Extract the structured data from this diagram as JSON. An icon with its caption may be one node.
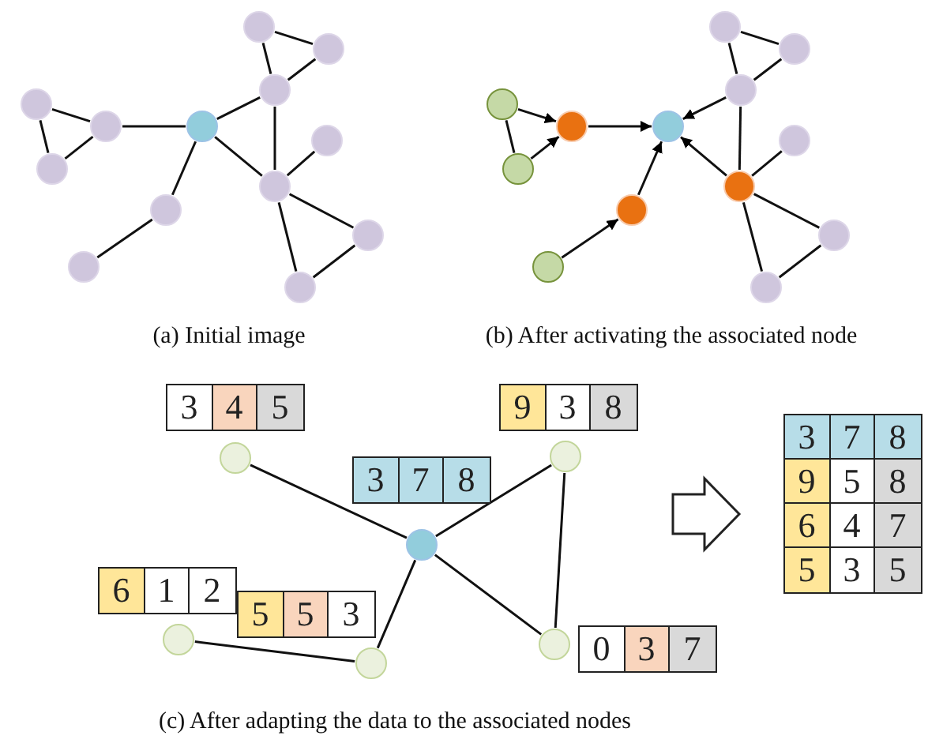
{
  "diagram": {
    "nodes": [
      {
        "text": [],
        "shape": "circle"
      },
      {
        "text": [],
        "shape": "circle"
      },
      {
        "text": [],
        "shape": "circle"
      },
      {
        "text": [],
        "shape": "circle"
      },
      {
        "text": [],
        "shape": "circle"
      },
      {
        "text": [],
        "shape": "circle"
      },
      {
        "text": [],
        "shape": "circle"
      },
      {
        "text": [],
        "shape": "circle"
      },
      {
        "text": [],
        "shape": "circle"
      },
      {
        "text": [],
        "shape": "circle"
      },
      {
        "text": [],
        "shape": "circle"
      },
      {
        "text": [],
        "shape": "circle"
      },
      {
        "text": [],
        "shape": "circle"
      },
      {
        "text": [],
        "shape": "circle"
      },
      {
        "text": [],
        "shape": "circle"
      },
      {
        "text": [],
        "shape": "circle"
      },
      {
        "text": [],
        "shape": "circle"
      },
      {
        "text": [],
        "shape": "circle"
      },
      {
        "text": [],
        "shape": "circle"
      },
      {
        "text": [],
        "shape": "circle"
      },
      {
        "text": [],
        "shape": "circle"
      },
      {
        "text": [],
        "shape": "circle"
      },
      {
        "text": [],
        "shape": "circle"
      },
      {
        "text": [],
        "shape": "circle"
      },
      {
        "text": [],
        "shape": "circle"
      },
      {
        "text": [],
        "shape": "circle"
      },
      {
        "text": [],
        "shape": "circle"
      },
      {
        "text": [],
        "shape": "circle"
      },
      {
        "text": [],
        "shape": "circle"
      },
      {
        "text": [],
        "shape": "circle"
      },
      {
        "text": [],
        "shape": "circle"
      },
      {
        "text": [],
        "shape": "circle"
      },
      {
        "text": [
          "3",
          "4",
          "5"
        ]
      },
      {
        "text": [
          "9",
          "3",
          "8"
        ]
      },
      {
        "text": [
          "3",
          "7",
          "8"
        ]
      },
      {
        "text": [
          "3",
          "7",
          "8",
          "9",
          "5",
          "8",
          "6",
          "4",
          "7",
          "5",
          "3",
          "5"
        ]
      },
      {
        "text": [
          "6",
          "1",
          "2"
        ]
      },
      {
        "text": [
          "5",
          "5",
          "3"
        ]
      },
      {
        "text": [
          "0",
          "3",
          "7"
        ]
      }
    ],
    "edges": [
      {
        "from": 0,
        "to": 1,
        "arrow": "none"
      },
      {
        "from": 0,
        "to": 2,
        "arrow": "none"
      },
      {
        "from": 1,
        "to": 2,
        "arrow": "none"
      },
      {
        "from": 2,
        "to": 5,
        "arrow": "none"
      },
      {
        "from": 2,
        "to": 8,
        "arrow": "none"
      },
      {
        "from": 5,
        "to": 8,
        "arrow": "none"
      },
      {
        "from": 6,
        "to": 8,
        "arrow": "none"
      },
      {
        "from": 8,
        "to": 10,
        "arrow": "none"
      },
      {
        "from": 8,
        "to": 12,
        "arrow": "none"
      },
      {
        "from": 10,
        "to": 12,
        "arrow": "none"
      },
      {
        "from": 3,
        "to": 4,
        "arrow": "none"
      },
      {
        "from": 3,
        "to": 7,
        "arrow": "none"
      },
      {
        "from": 4,
        "to": 7,
        "arrow": "none"
      },
      {
        "from": 4,
        "to": 5,
        "arrow": "none"
      },
      {
        "from": 5,
        "to": 9,
        "arrow": "none"
      },
      {
        "from": 9,
        "to": 11,
        "arrow": "none"
      },
      {
        "from": 13,
        "to": 14,
        "arrow": "none"
      },
      {
        "from": 13,
        "to": 15,
        "arrow": "none"
      },
      {
        "from": 14,
        "to": 15,
        "arrow": "none"
      },
      {
        "from": 15,
        "to": 18,
        "arrow": "to"
      },
      {
        "from": 15,
        "to": 21,
        "arrow": "none"
      },
      {
        "from": 21,
        "to": 18,
        "arrow": "to"
      },
      {
        "from": 19,
        "to": 21,
        "arrow": "none"
      },
      {
        "from": 21,
        "to": 23,
        "arrow": "none"
      },
      {
        "from": 21,
        "to": 25,
        "arrow": "none"
      },
      {
        "from": 23,
        "to": 25,
        "arrow": "none"
      },
      {
        "from": 16,
        "to": 17,
        "arrow": "to"
      },
      {
        "from": 20,
        "to": 17,
        "arrow": "to"
      },
      {
        "from": 16,
        "to": 20,
        "arrow": "none"
      },
      {
        "from": 17,
        "to": 18,
        "arrow": "to"
      },
      {
        "from": 22,
        "to": 18,
        "arrow": "to"
      },
      {
        "from": 24,
        "to": 22,
        "arrow": "to"
      },
      {
        "from": 26,
        "to": 28,
        "arrow": "none"
      },
      {
        "from": 27,
        "to": 28,
        "arrow": "none"
      },
      {
        "from": 27,
        "to": 30,
        "arrow": "none"
      },
      {
        "from": 28,
        "to": 30,
        "arrow": "none"
      },
      {
        "from": 28,
        "to": 31,
        "arrow": "none"
      },
      {
        "from": 29,
        "to": 31,
        "arrow": "none"
      }
    ],
    "labels": [
      "(a) Initial image",
      "(b) After activating the associated node",
      "(c) After adapting the data to the associated nodes"
    ]
  }
}
